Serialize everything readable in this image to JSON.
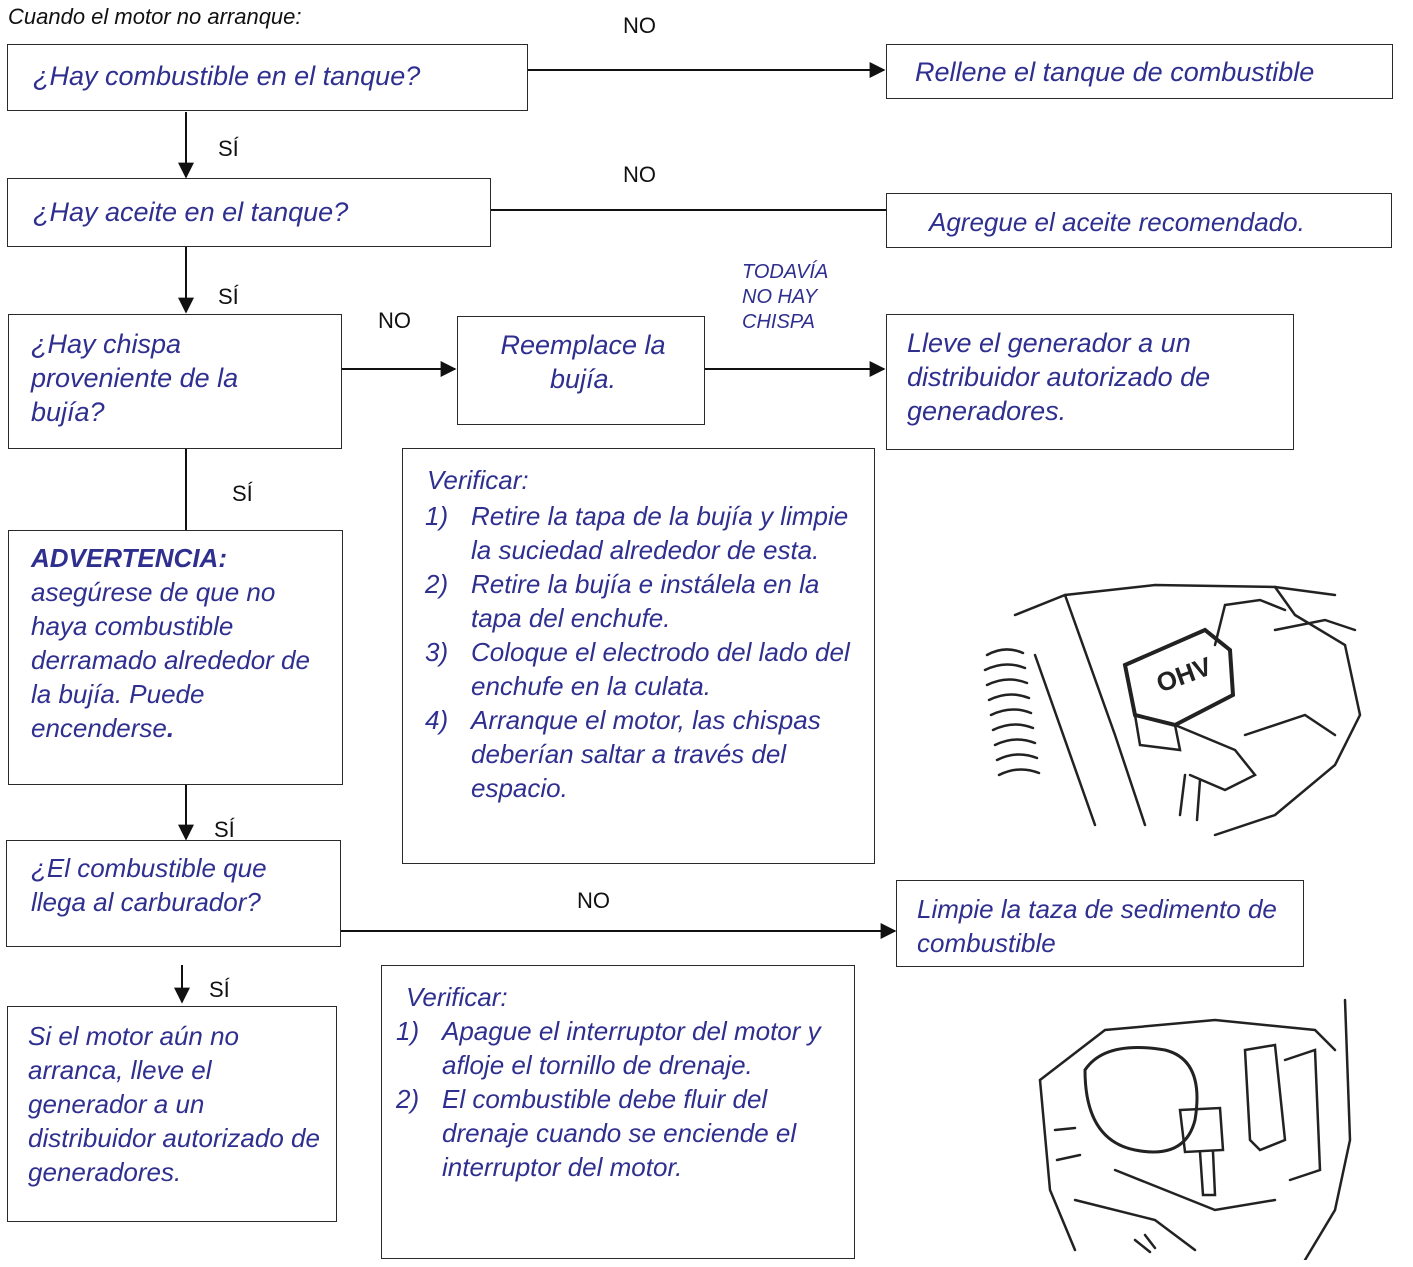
{
  "header": "Cuando el motor no arranque:",
  "labels": {
    "no1": "NO",
    "si1": "SÍ",
    "no2": "NO",
    "si2": "SÍ",
    "no3": "NO",
    "todavia": "TODAVÍA\nNO HAY\nCHISPA",
    "si3": "SÍ",
    "si4": "SÍ",
    "no4": "NO",
    "si5": "SÍ"
  },
  "boxes": {
    "q_fuel": "¿Hay combustible en el tanque?",
    "a_refill": "Rellene el tanque de combustible",
    "q_oil": "¿Hay aceite en el tanque?",
    "a_oil": "Agregue el aceite recomendado.",
    "q_spark": "¿Hay chispa proveniente de la bujía?",
    "a_replace": "Reemplace la bujía.",
    "a_dealer": "Lleve el generador a un distribuidor autorizado de generadores.",
    "warning_title": "ADVERTENCIA:",
    "warning_body": "asegúrese de que no haya combustible derramado alrededor de la bujía. Puede encenderse",
    "warning_end": ".",
    "q_carb": "¿El combustible que llega al carburador?",
    "a_clean": "Limpie la taza de sedimento de combustible",
    "final": "Si el motor aún no arranca, lleve el generador a un distribuidor autorizado de generadores."
  },
  "check1": {
    "title": "Verificar:",
    "steps": [
      {
        "n": "1)",
        "text": "Retire la tapa de la bujía y limpie la suciedad alrededor de esta."
      },
      {
        "n": "2)",
        "text": "Retire la bujía e instálela en la tapa del enchufe."
      },
      {
        "n": "3)",
        "text": "Coloque el electrodo del lado del enchufe en la culata."
      },
      {
        "n": "4)",
        "text": "Arranque el motor, las chispas deberían saltar a través del espacio."
      }
    ]
  },
  "check2": {
    "title": "Verificar:",
    "steps": [
      {
        "n": "1)",
        "text": "Apague el interruptor del motor y afloje el tornillo de drenaje."
      },
      {
        "n": "2)",
        "text": "El combustible debe fluir del drenaje cuando se enciende el interruptor del motor."
      }
    ]
  },
  "illustration1_text": "OHV",
  "colors": {
    "text": "#2f2f8f",
    "line": "#111111"
  }
}
